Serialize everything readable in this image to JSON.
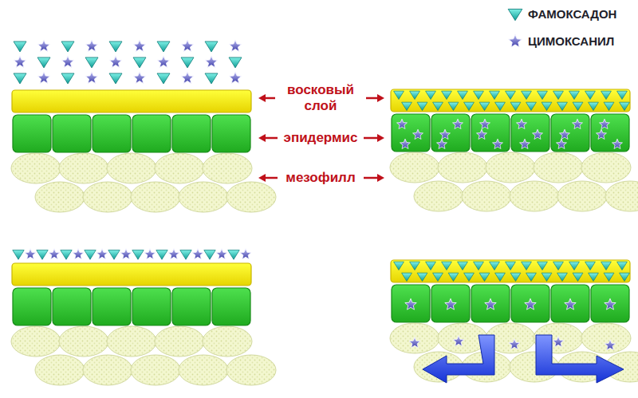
{
  "diagram": {
    "labels": [
      "восковый слой",
      "эпидермис",
      "мезофилл"
    ],
    "legend": [
      {
        "text": "ФАМОКСАДОН"
      },
      {
        "text": "ЦИМОКСАНИЛ"
      }
    ]
  }
}
